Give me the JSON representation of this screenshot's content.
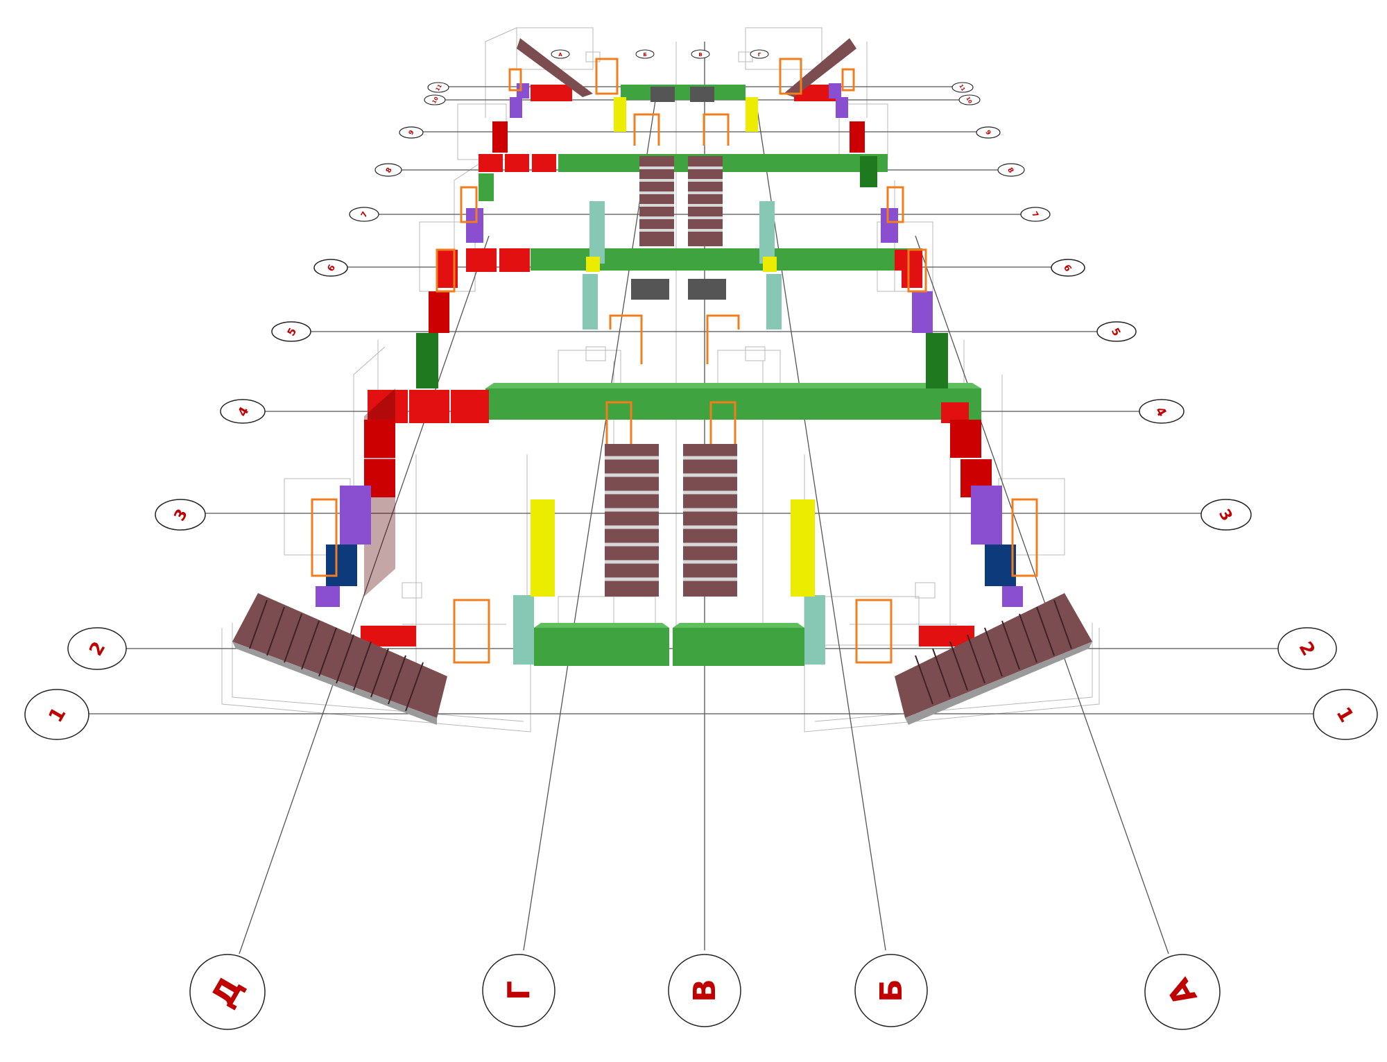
{
  "colors": {
    "wall_green": "#3fa33f",
    "wall_red": "#ee1111",
    "wall_purple": "#8a4fd0",
    "wall_navy": "#0d3a7a",
    "wall_yellow": "#ecec00",
    "wall_teal": "#86c8b4",
    "stair": "#8a5a5a",
    "door": "#f07d1e",
    "label": "#c00000"
  },
  "axes": {
    "rows": {
      "r1": "1",
      "r2": "2",
      "r3": "3",
      "r4": "4",
      "r5": "5",
      "r6": "6",
      "r7": "7",
      "r8": "8",
      "r9": "9",
      "r10": "10",
      "r11": "11"
    },
    "columns": {
      "d": "Д",
      "g": "Г",
      "v": "В",
      "b": "Б",
      "a": "А"
    },
    "top": {
      "left_a": "А",
      "left_b": "Б",
      "right_a": "В",
      "right_b": "Г"
    }
  }
}
